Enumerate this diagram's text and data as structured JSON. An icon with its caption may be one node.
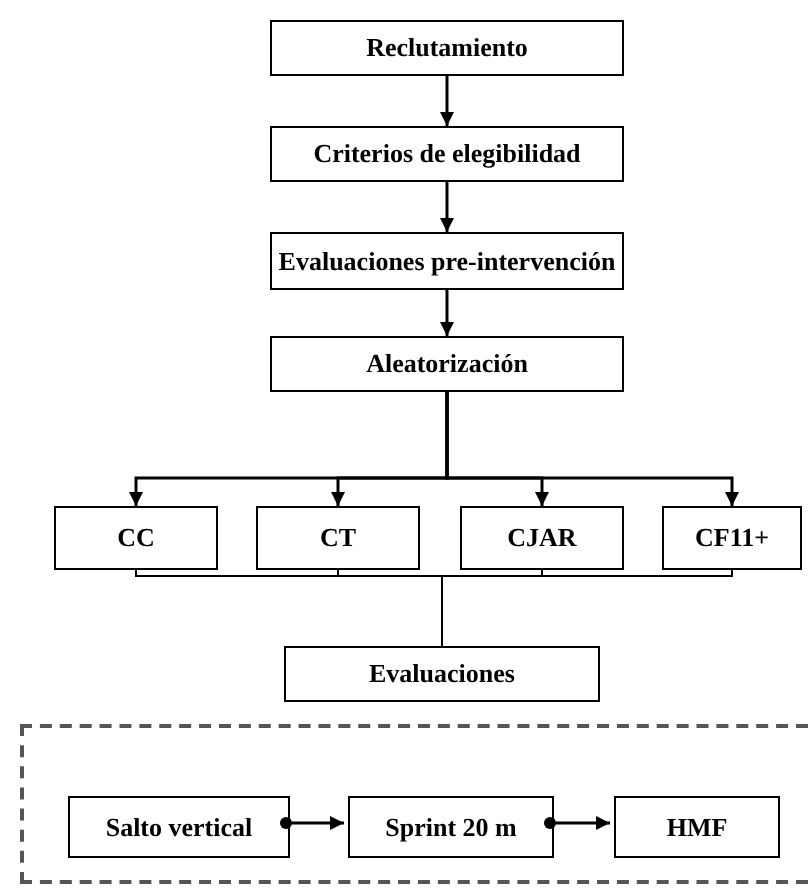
{
  "diagram": {
    "nodes": [
      {
        "text": [
          "Reclutamiento"
        ]
      },
      {
        "text": [
          "Criterios de elegibilidad"
        ]
      },
      {
        "text": [
          "Evaluaciones pre-intervención"
        ]
      },
      {
        "text": [
          "Aleatorización"
        ]
      },
      {
        "text": [
          "CC"
        ]
      },
      {
        "text": [
          "CT"
        ]
      },
      {
        "text": [
          "CJAR"
        ]
      },
      {
        "text": [
          "CF11+"
        ]
      },
      {
        "text": [
          "Evaluaciones"
        ]
      },
      {
        "text": [],
        "shape": "box"
      },
      {
        "text": [
          "Salto vertical"
        ],
        "in": 9
      },
      {
        "text": [
          "Sprint 20 m"
        ],
        "in": 9
      },
      {
        "text": [
          "HMF"
        ],
        "in": 9
      }
    ],
    "edges": [
      {
        "from": 0,
        "to": 1,
        "arrow": "to"
      },
      {
        "from": 1,
        "to": 2,
        "arrow": "to"
      },
      {
        "from": 2,
        "to": 3,
        "arrow": "to"
      },
      {
        "from": 3,
        "to": 4,
        "arrow": "to"
      },
      {
        "from": 3,
        "to": 5,
        "arrow": "to"
      },
      {
        "from": 3,
        "to": 6,
        "arrow": "to"
      },
      {
        "from": 3,
        "to": 7,
        "arrow": "to"
      },
      {
        "from": 4,
        "to": 8,
        "arrow": "none"
      },
      {
        "from": 5,
        "to": 8,
        "arrow": "none"
      },
      {
        "from": 6,
        "to": 8,
        "arrow": "none"
      },
      {
        "from": 7,
        "to": 8,
        "arrow": "none"
      },
      {
        "from": 10,
        "to": 11,
        "arrow": "to"
      },
      {
        "from": 11,
        "to": 12,
        "arrow": "to"
      }
    ]
  }
}
